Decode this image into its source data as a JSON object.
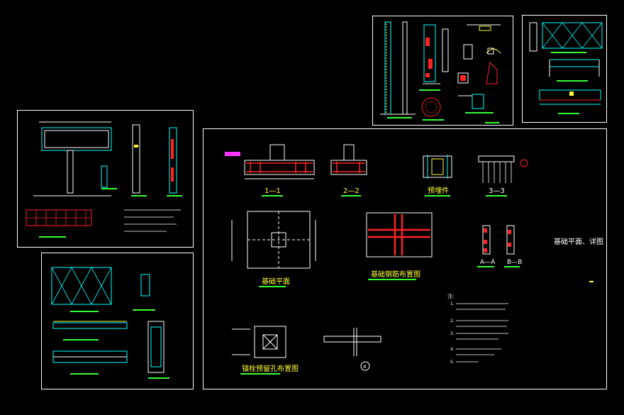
{
  "drawing": {
    "main_sheet": {
      "section_labels": [
        "1—1",
        "2—2",
        "预埋件",
        "3—3"
      ],
      "plan_labels": [
        "基础平面",
        "基础钢筋布置图",
        "锚栓预留孔布置图"
      ],
      "section_aa": "A—A",
      "section_bb": "B—B",
      "title": "基础平面、详图",
      "circle_mark": "4",
      "notes_heading": "注:",
      "notes_numbers": [
        "1.",
        "2.",
        "3.",
        "4.",
        "5."
      ]
    }
  },
  "colors": {
    "background": "#000000",
    "frame": "#ffffff",
    "cyan": "#00ffff",
    "red": "#ff2222",
    "yellow": "#ffff33",
    "green": "#33ff33",
    "magenta": "#ff33ff"
  }
}
